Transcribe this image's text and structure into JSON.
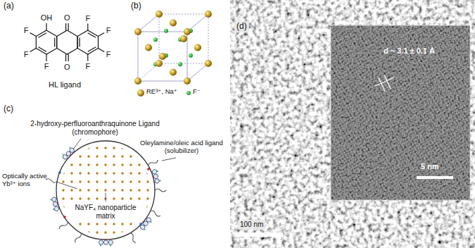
{
  "diagram": {
    "labels": [
      "(a)",
      "OH",
      "F",
      "F",
      "F",
      "O",
      "O",
      "F",
      "F",
      "F",
      "F",
      "HL ligand",
      "(b)",
      "(c)",
      "2-hydroxy-perfluoroanthraquinone Ligand (chromophore)",
      "Oleylamine/oleic acid ligand (solubilizer)",
      "Optically active Yb³⁺ ions",
      "NaYF₄ nanoparticle matrix",
      "(d)",
      "d ~ 3.1 ± 0.1 Å",
      "5 nm",
      "100 nm"
    ],
    "legend": [
      {
        "text": "RE³⁺, Na⁺"
      },
      {
        "text": "F⁻"
      }
    ]
  }
}
